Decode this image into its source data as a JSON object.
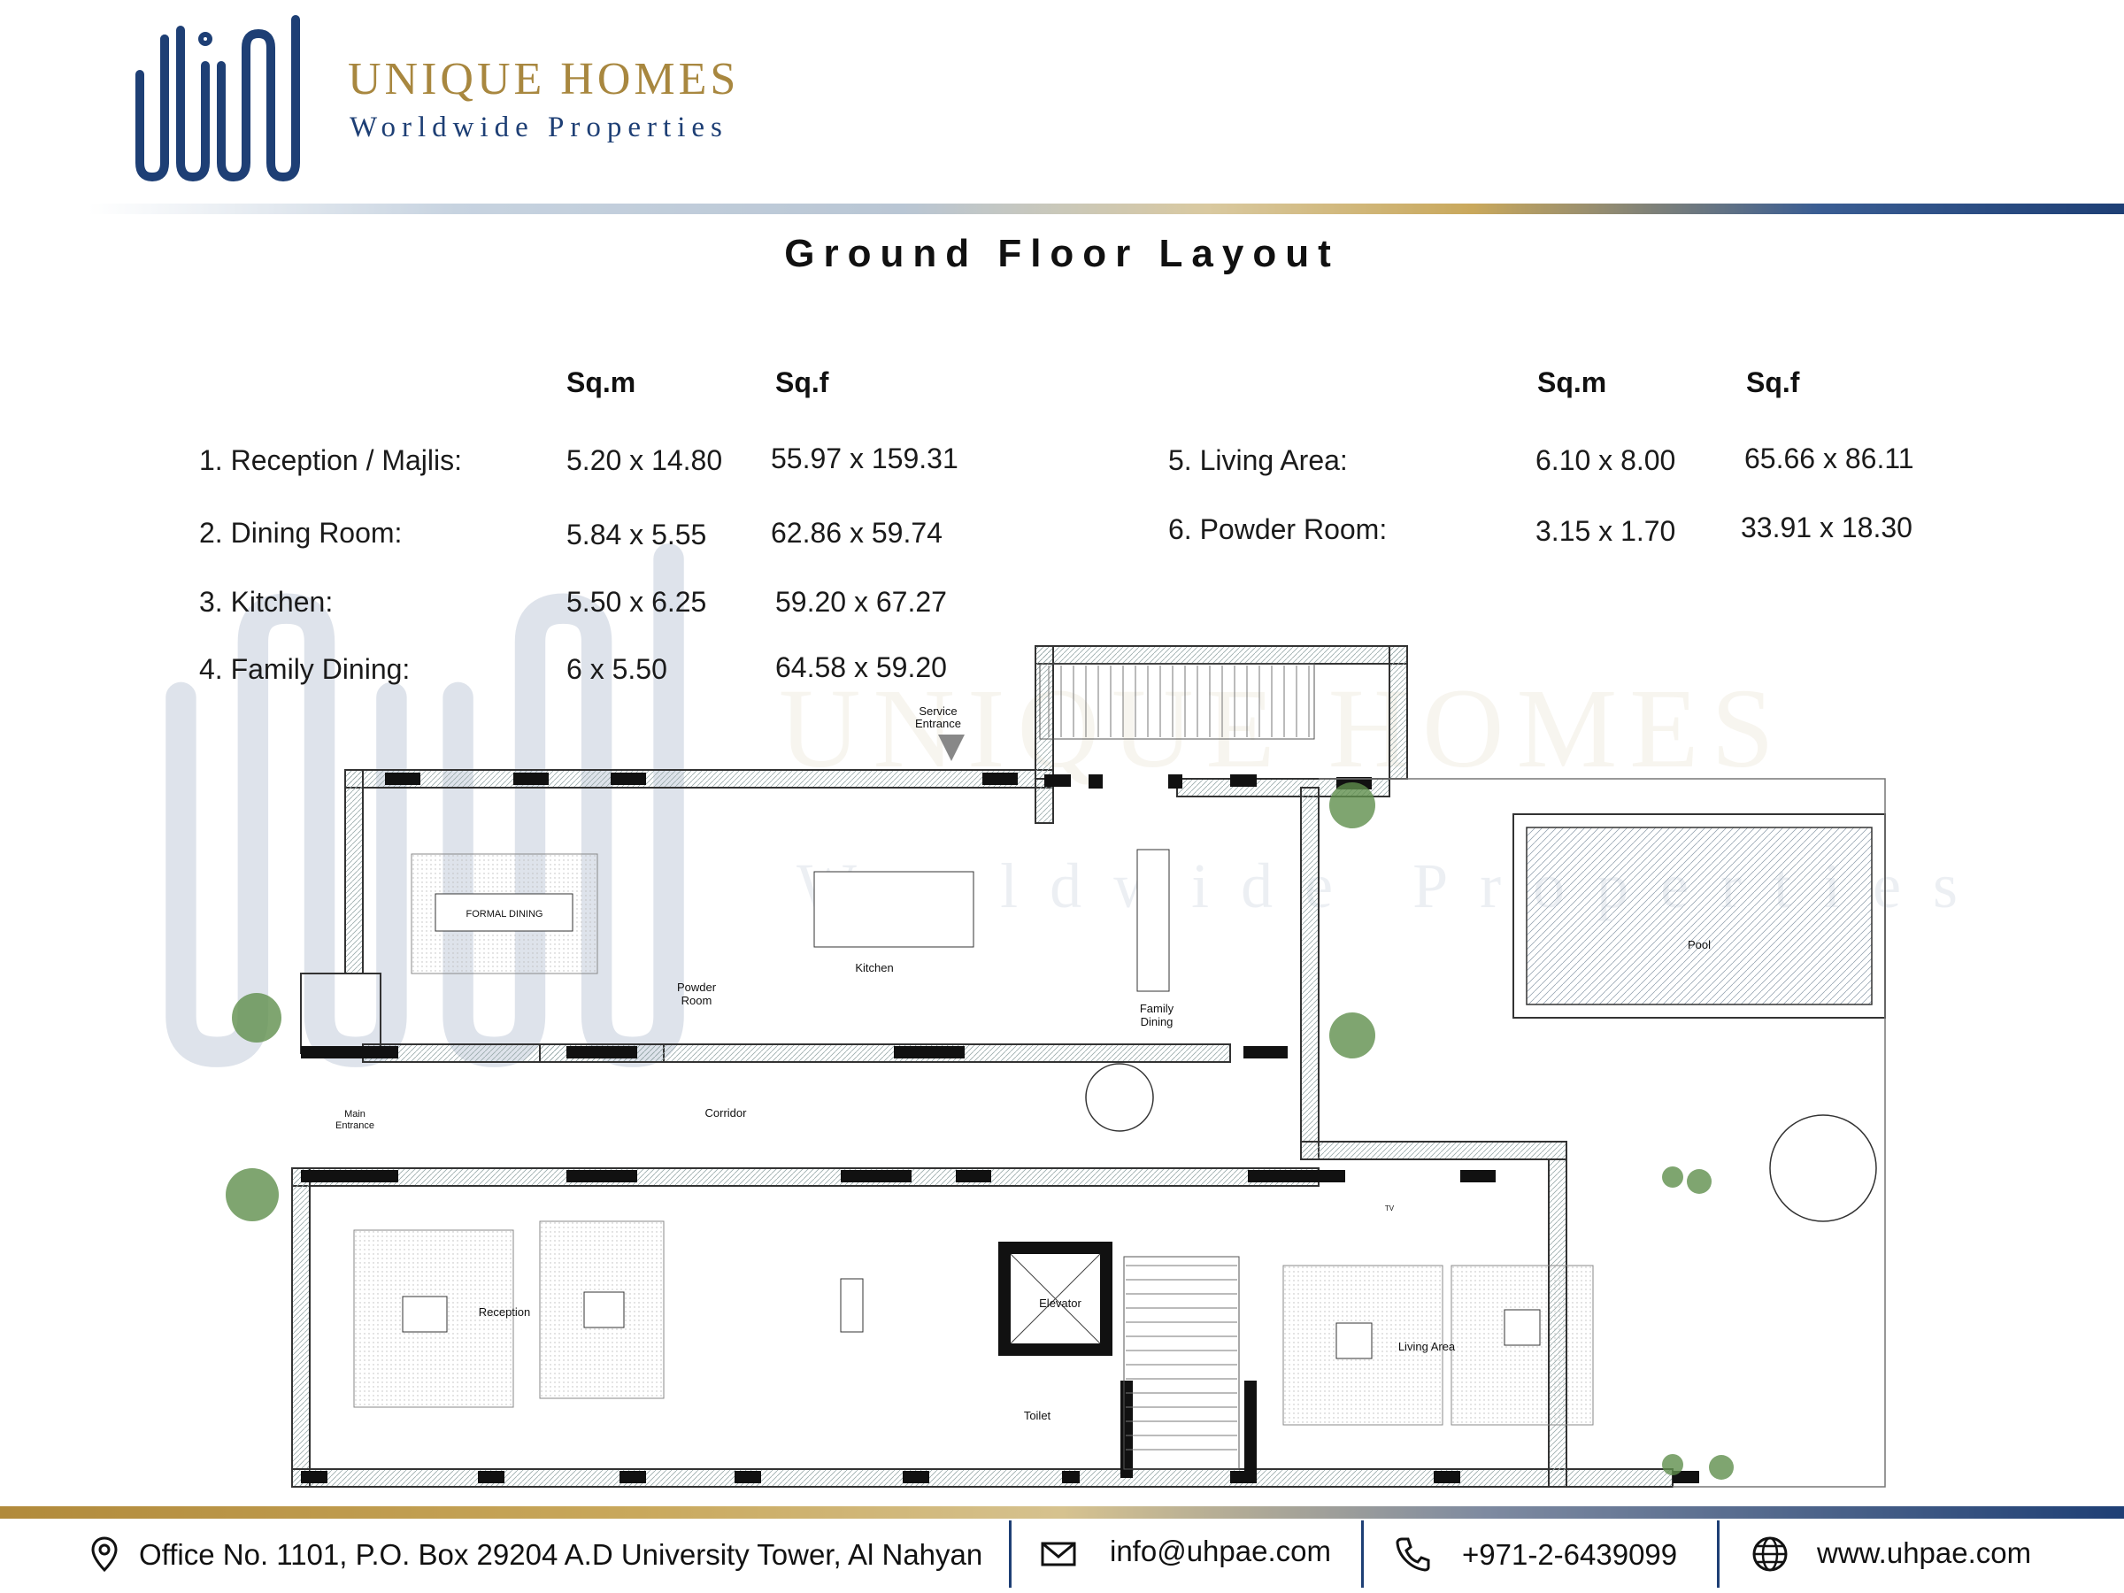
{
  "header": {
    "brand_name": "UNIQUE HOMES",
    "brand_tagline": "Worldwide Properties",
    "brand_color": "#a8873f",
    "navy_color": "#1e3f75"
  },
  "title": "Ground Floor Layout",
  "table": {
    "col_sqm": "Sq.m",
    "col_sqf": "Sq.f",
    "left_rows": [
      {
        "label": "1. Reception / Majlis:",
        "sqm": "5.20 x 14.80",
        "sqf": "55.97 x 159.31"
      },
      {
        "label": "2. Dining Room:",
        "sqm": "5.84 x 5.55",
        "sqf": "62.86 x 59.74"
      },
      {
        "label": "3. Kitchen:",
        "sqm": "5.50 x 6.25",
        "sqf": "59.20 x 67.27"
      },
      {
        "label": "4. Family Dining:",
        "sqm": "6 x 5.50",
        "sqf": "64.58 x 59.20"
      }
    ],
    "right_rows": [
      {
        "label": "5. Living Area:",
        "sqm": "6.10 x 8.00",
        "sqf": "65.66 x 86.11"
      },
      {
        "label": "6. Powder Room:",
        "sqm": "3.15 x 1.70",
        "sqf": "33.91 x 18.30"
      }
    ]
  },
  "plan_labels": {
    "service_entrance_1": "Service",
    "service_entrance_2": "Entrance",
    "formal_dining": "FORMAL DINING",
    "powder_room_1": "Powder",
    "powder_room_2": "Room",
    "kitchen": "Kitchen",
    "family_dining_1": "Family",
    "family_dining_2": "Dining",
    "pool": "Pool",
    "main_entrance_1": "Main",
    "main_entrance_2": "Entrance",
    "corridor": "Corridor",
    "reception": "Reception",
    "elevator": "Elevator",
    "toilet": "Toilet",
    "living_area": "Living Area",
    "tv": "TV"
  },
  "footer": {
    "address": "Office No. 1101,  P.O. Box 29204  A.D University Tower,  Al Nahyan",
    "email": "info@uhpae.com",
    "phone": "+971-2-6439099",
    "website": "www.uhpae.com",
    "icons": [
      "location-pin-icon",
      "envelope-icon",
      "phone-icon",
      "globe-icon"
    ]
  }
}
